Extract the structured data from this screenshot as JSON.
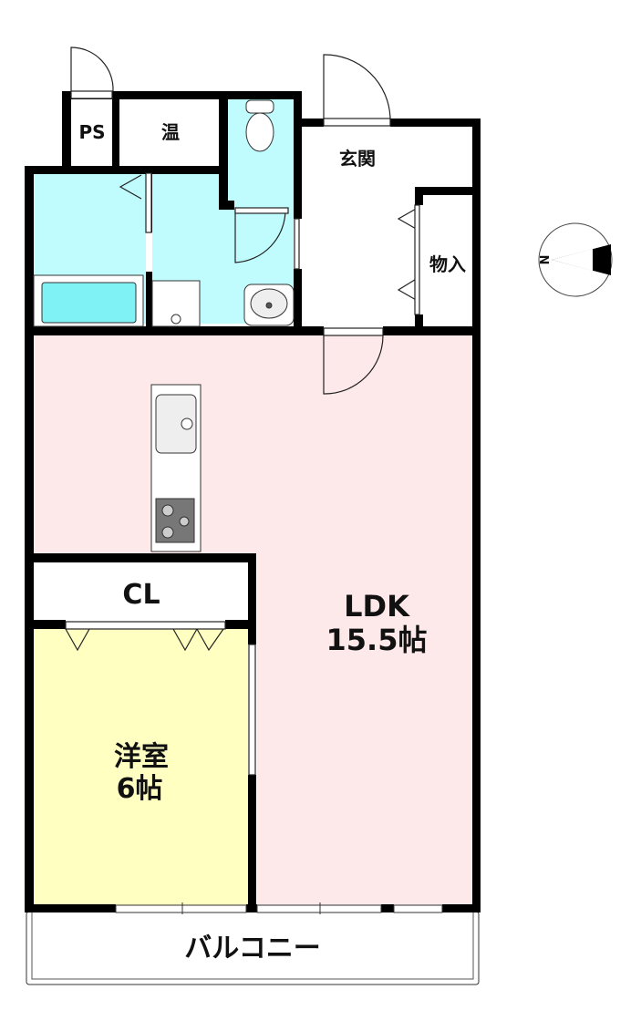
{
  "rooms": {
    "ps": "PS",
    "water_heater": "温",
    "entrance": "玄関",
    "storage": "物入",
    "closet": "CL",
    "ldk_name": "LDK",
    "ldk_size": "15.5帖",
    "western_name": "洋室",
    "western_size": "6帖",
    "balcony": "バルコニー"
  },
  "compass": {
    "label": "N"
  },
  "colors": {
    "ldk": "#fde9e9",
    "western": "#ffffc2",
    "wet_area": "#c0fcfd",
    "wall": "#000000"
  }
}
